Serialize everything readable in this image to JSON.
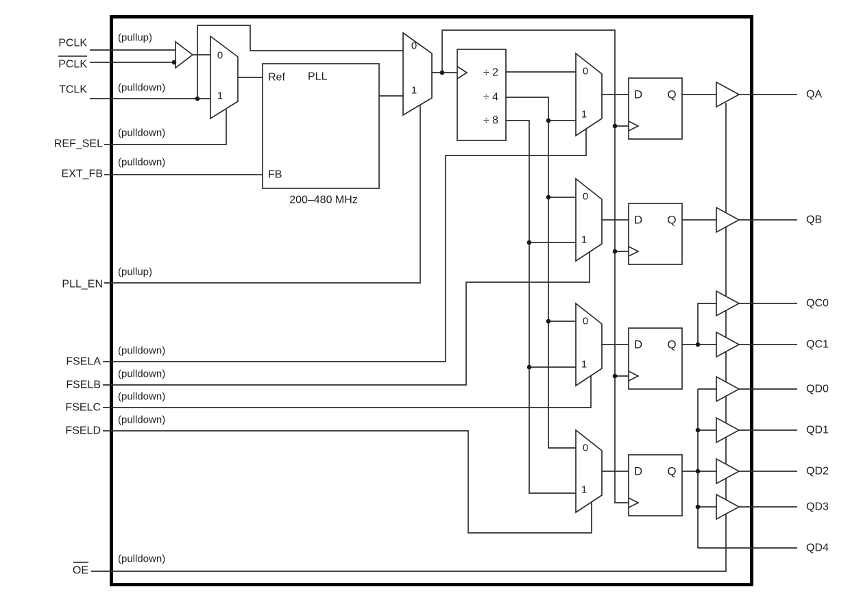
{
  "pins": {
    "pclk": {
      "label": "PCLK",
      "pull": "(pullup)"
    },
    "pclk_n": {
      "label": "PCLK"
    },
    "tclk": {
      "label": "TCLK",
      "pull": "(pulldown)"
    },
    "ref_sel": {
      "label": "REF_SEL",
      "pull": "(pulldown)"
    },
    "ext_fb": {
      "label": "EXT_FB",
      "pull": "(pulldown)"
    },
    "pll_en": {
      "label": "PLL_EN",
      "pull": "(pullup)"
    },
    "fsela": {
      "label": "FSELA",
      "pull": "(pulldown)"
    },
    "fselb": {
      "label": "FSELB",
      "pull": "(pulldown)"
    },
    "fselc": {
      "label": "FSELC",
      "pull": "(pulldown)"
    },
    "fseld": {
      "label": "FSELD",
      "pull": "(pulldown)"
    },
    "oe": {
      "label": "OE",
      "pull": "(pulldown)"
    }
  },
  "outputs": {
    "qa": "QA",
    "qb": "QB",
    "qc0": "QC0",
    "qc1": "QC1",
    "qd0": "QD0",
    "qd1": "QD1",
    "qd2": "QD2",
    "qd3": "QD3",
    "qd4": "QD4"
  },
  "blocks": {
    "pll": {
      "name": "PLL",
      "ref_pin": "Ref",
      "fb_pin": "FB",
      "range": "200–480 MHz"
    },
    "divider": {
      "div2": "÷ 2",
      "div4": "÷ 4",
      "div8": "÷ 8"
    },
    "mux": {
      "in0": "0",
      "in1": "1"
    },
    "dff": {
      "d": "D",
      "q": "Q"
    }
  },
  "colors": {
    "line": "#2d2d2d",
    "text": "#1d1d1d",
    "border": "#000000",
    "background": "#ffffff"
  }
}
